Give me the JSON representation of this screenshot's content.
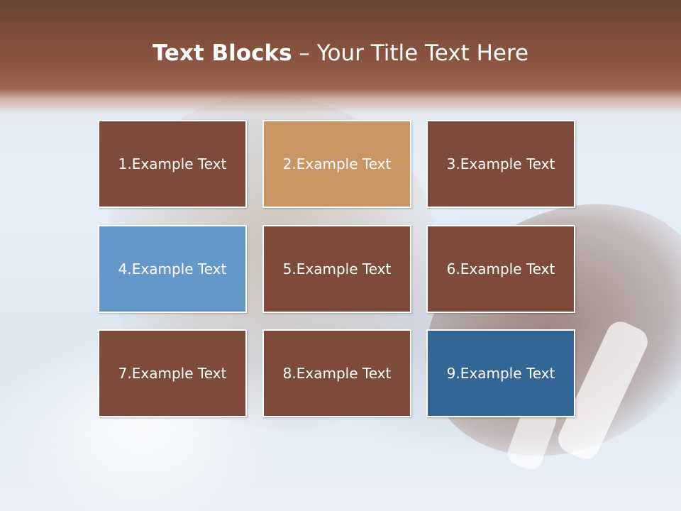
{
  "slide": {
    "title_bold": "Text Blocks",
    "title_separator": " – ",
    "title_rest": "Your Title Text Here"
  },
  "colors": {
    "header": "#7c4c39",
    "block_brown": "#7e4a3b",
    "block_tan": "#c99564",
    "block_light_blue": "#6598c9",
    "block_dark_blue": "#336595"
  },
  "blocks": [
    {
      "label": "1.Example Text"
    },
    {
      "label": "2.Example Text"
    },
    {
      "label": "3.Example Text"
    },
    {
      "label": "4.Example Text"
    },
    {
      "label": "5.Example Text"
    },
    {
      "label": "6.Example Text"
    },
    {
      "label": "7.Example Text"
    },
    {
      "label": "8.Example Text"
    },
    {
      "label": "9.Example Text"
    }
  ]
}
